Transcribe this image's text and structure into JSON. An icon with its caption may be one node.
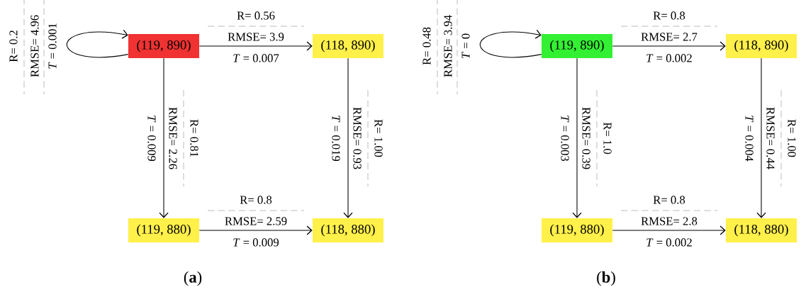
{
  "diagram": {
    "nodes": [
      {
        "text": [
          "(119, 890)"
        ]
      },
      {
        "text": [
          "(118, 890)"
        ]
      },
      {
        "text": [
          "(119, 880)"
        ]
      },
      {
        "text": [
          "(118, 880)"
        ]
      },
      {
        "text": [
          "(119, 890)"
        ]
      },
      {
        "text": [
          "(118, 890)"
        ]
      },
      {
        "text": [
          "(119, 880)"
        ]
      },
      {
        "text": [
          "(118, 880)"
        ]
      }
    ],
    "edges": [
      {
        "from": 0,
        "to": 0,
        "arrow": "to",
        "label": "R= 0.2"
      },
      {
        "from": 0,
        "to": 1,
        "arrow": "to",
        "label": "R= 0.56"
      },
      {
        "from": 0,
        "to": 2,
        "arrow": "to",
        "label": "R= 0.81"
      },
      {
        "from": 1,
        "to": 3,
        "arrow": "to",
        "label": "R= 1.00"
      },
      {
        "from": 2,
        "to": 3,
        "arrow": "to",
        "label": "R= 0.8"
      },
      {
        "from": 4,
        "to": 4,
        "arrow": "to",
        "label": "R= 0.48"
      },
      {
        "from": 4,
        "to": 5,
        "arrow": "to",
        "label": "R= 0.8"
      },
      {
        "from": 4,
        "to": 6,
        "arrow": "to",
        "label": "R= 1.0"
      },
      {
        "from": 5,
        "to": 7,
        "arrow": "to",
        "label": "R= 1.00"
      },
      {
        "from": 6,
        "to": 7,
        "arrow": "to",
        "label": "R= 0.8"
      }
    ],
    "labels": [
      "RMSE= 4.96",
      "*T* = 0.001",
      "RMSE= 3.9",
      "*T* = 0.007",
      "RMSE= 2.26",
      "*T* = 0.009",
      "RMSE= 0.93",
      "*T* = 0.019",
      "RMSE= 2.59",
      "*T* = 0.009",
      "RMSE= 3.94",
      "*T* = 0",
      "RMSE= 2.7",
      "*T* = 0.002",
      "RMSE= 0.39",
      "*T* = 0.003",
      "RMSE= 0.44",
      "*T* = 0.004",
      "RMSE= 2.8",
      "*T* = 0.002",
      "(**a**)",
      "(**b**)"
    ]
  }
}
